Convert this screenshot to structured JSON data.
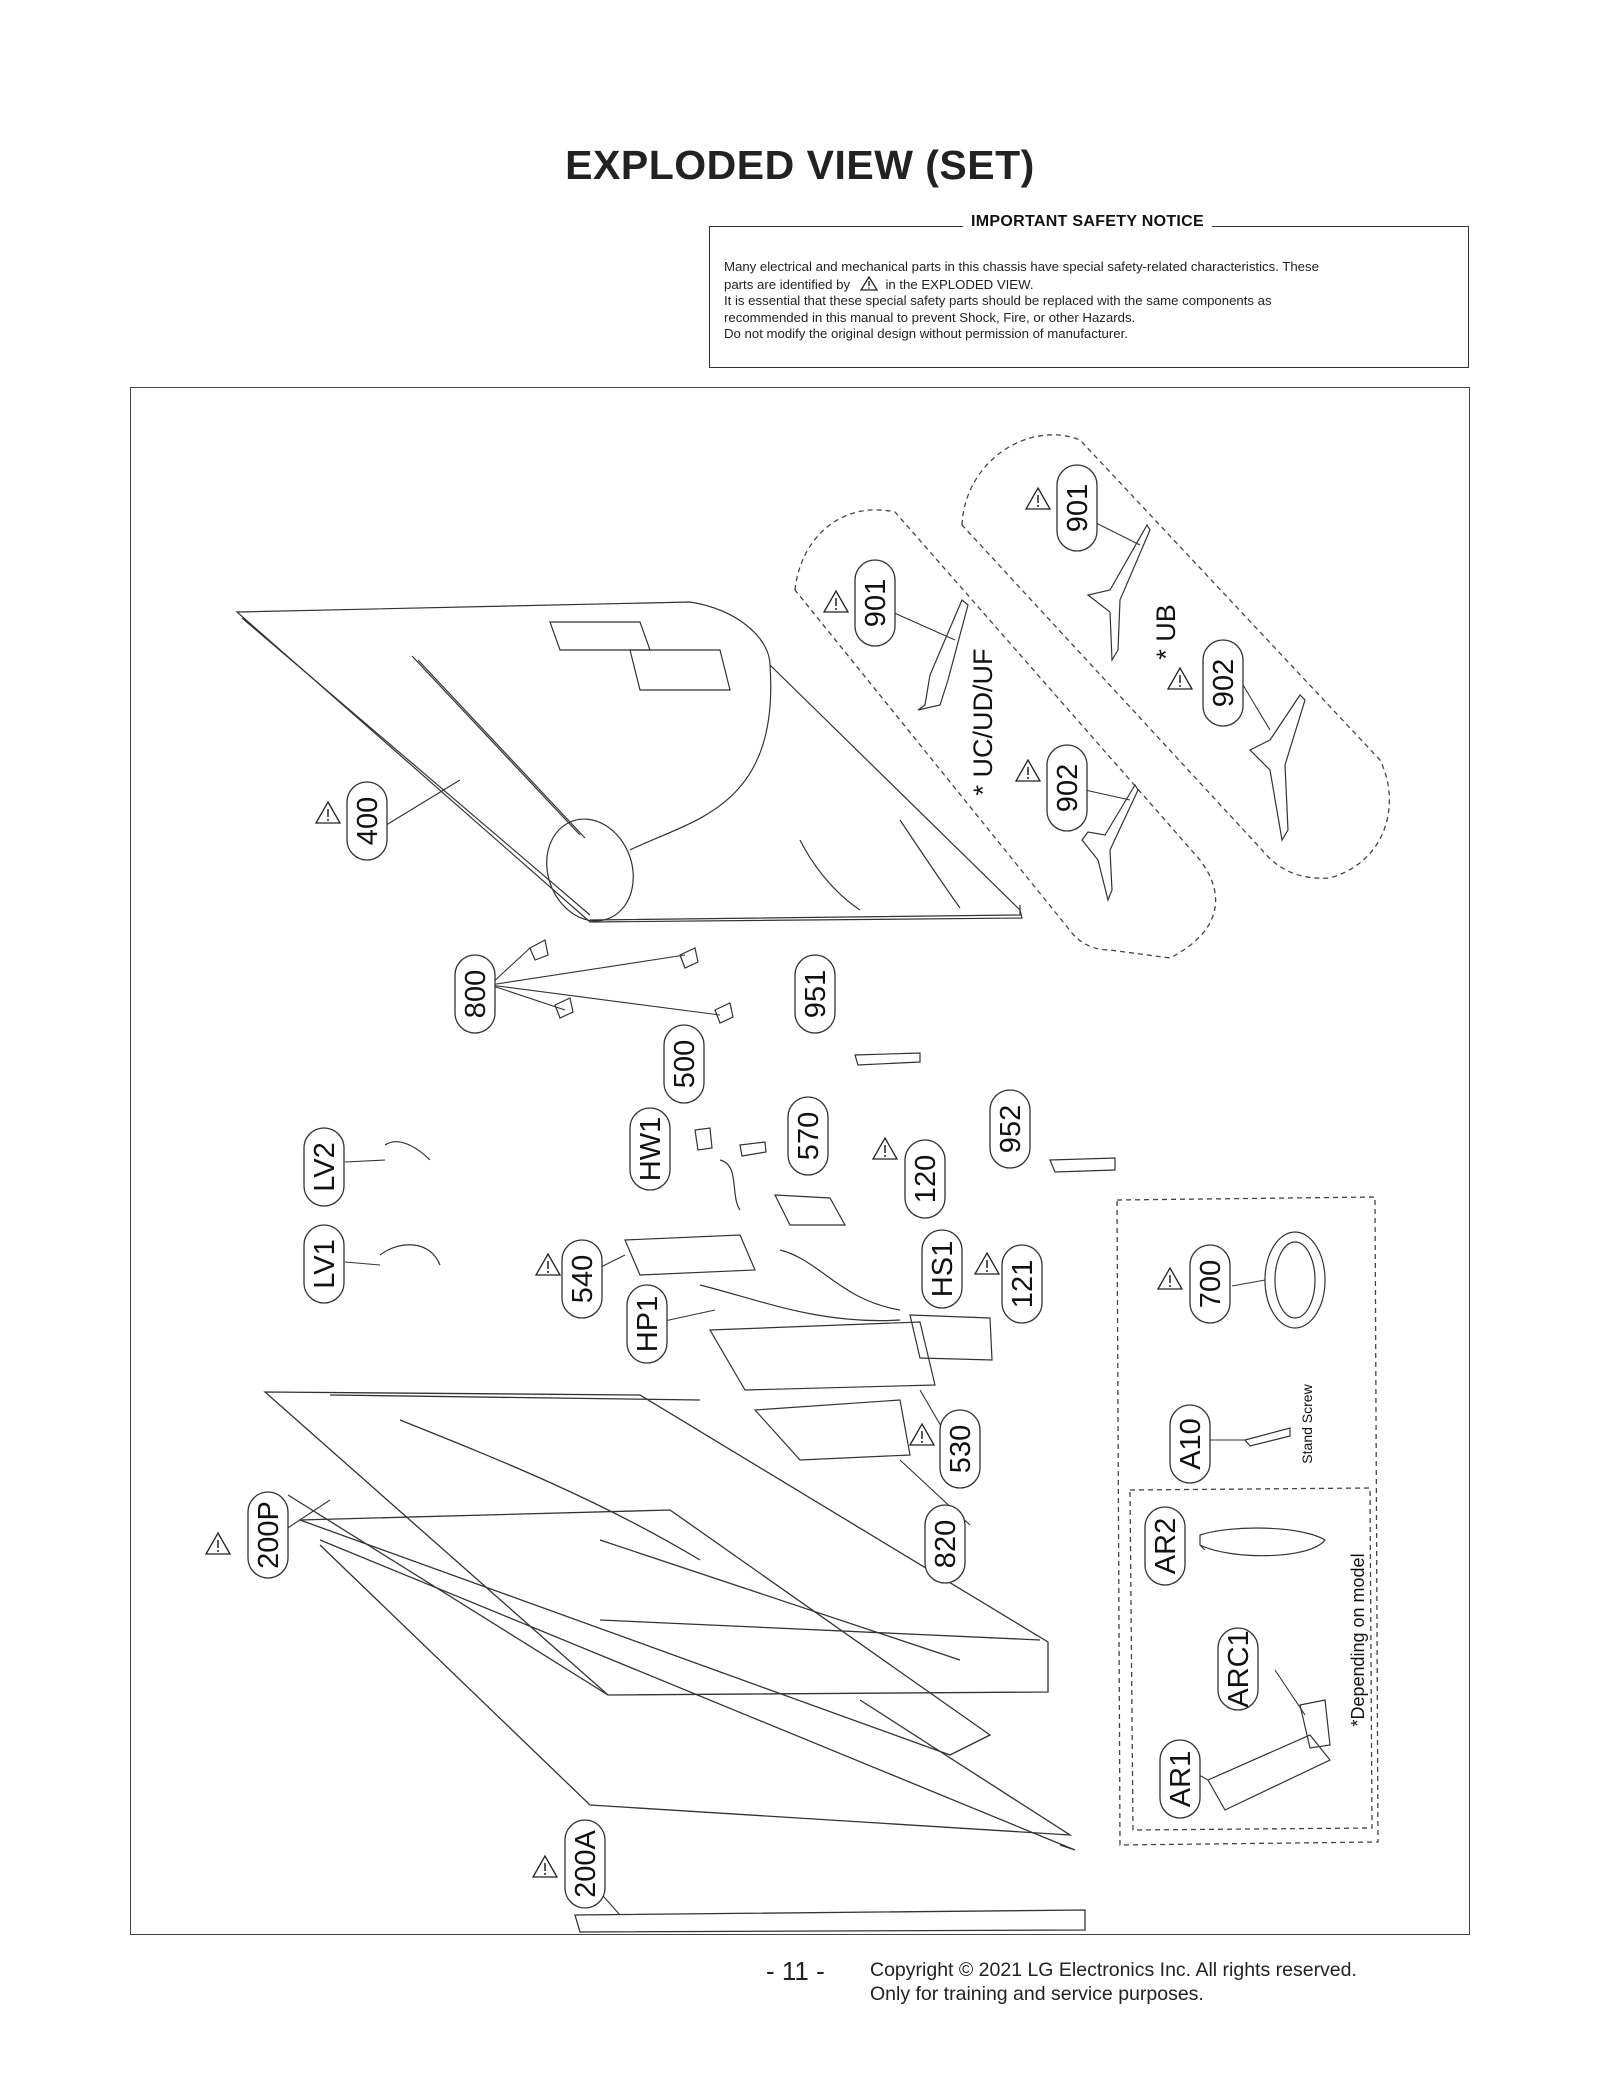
{
  "title": "EXPLODED VIEW (SET)",
  "safety_notice": {
    "heading": "IMPORTANT SAFETY NOTICE",
    "line1": "Many electrical and mechanical parts in this chassis have special safety-related characteristics. These",
    "line2_before": "parts are identified by",
    "line2_after": "in the EXPLODED VIEW.",
    "line3": "It is essential that these special safety parts should be replaced with the same components as",
    "line4": "recommended in this manual to prevent Shock, Fire, or other Hazards.",
    "line5": "Do not modify the original design without permission of manufacturer."
  },
  "labels": {
    "p400": "400",
    "p901a": "901",
    "p902a": "902",
    "p901b": "901",
    "p902b": "902",
    "p800": "800",
    "p951": "951",
    "p500": "500",
    "p952": "952",
    "p570": "570",
    "p120": "120",
    "hw1": "HW1",
    "lv2": "LV2",
    "lv1": "LV1",
    "p540": "540",
    "hs1": "HS1",
    "p121": "121",
    "hp1": "HP1",
    "p700": "700",
    "p530": "530",
    "a10": "A10",
    "p820": "820",
    "p200p": "200P",
    "ar2": "AR2",
    "arc1": "ARC1",
    "ar1": "AR1",
    "p200a": "200A"
  },
  "group_labels": {
    "uc": "* UC/UD/UF",
    "ub": "* UB",
    "stand_screw": "Stand Screw",
    "depending": "*Depending on model"
  },
  "footer": {
    "page": "- 11 -",
    "copyright": "Copyright © 2021 LG Electronics Inc. All rights reserved.",
    "purpose": "Only for training and service purposes."
  }
}
